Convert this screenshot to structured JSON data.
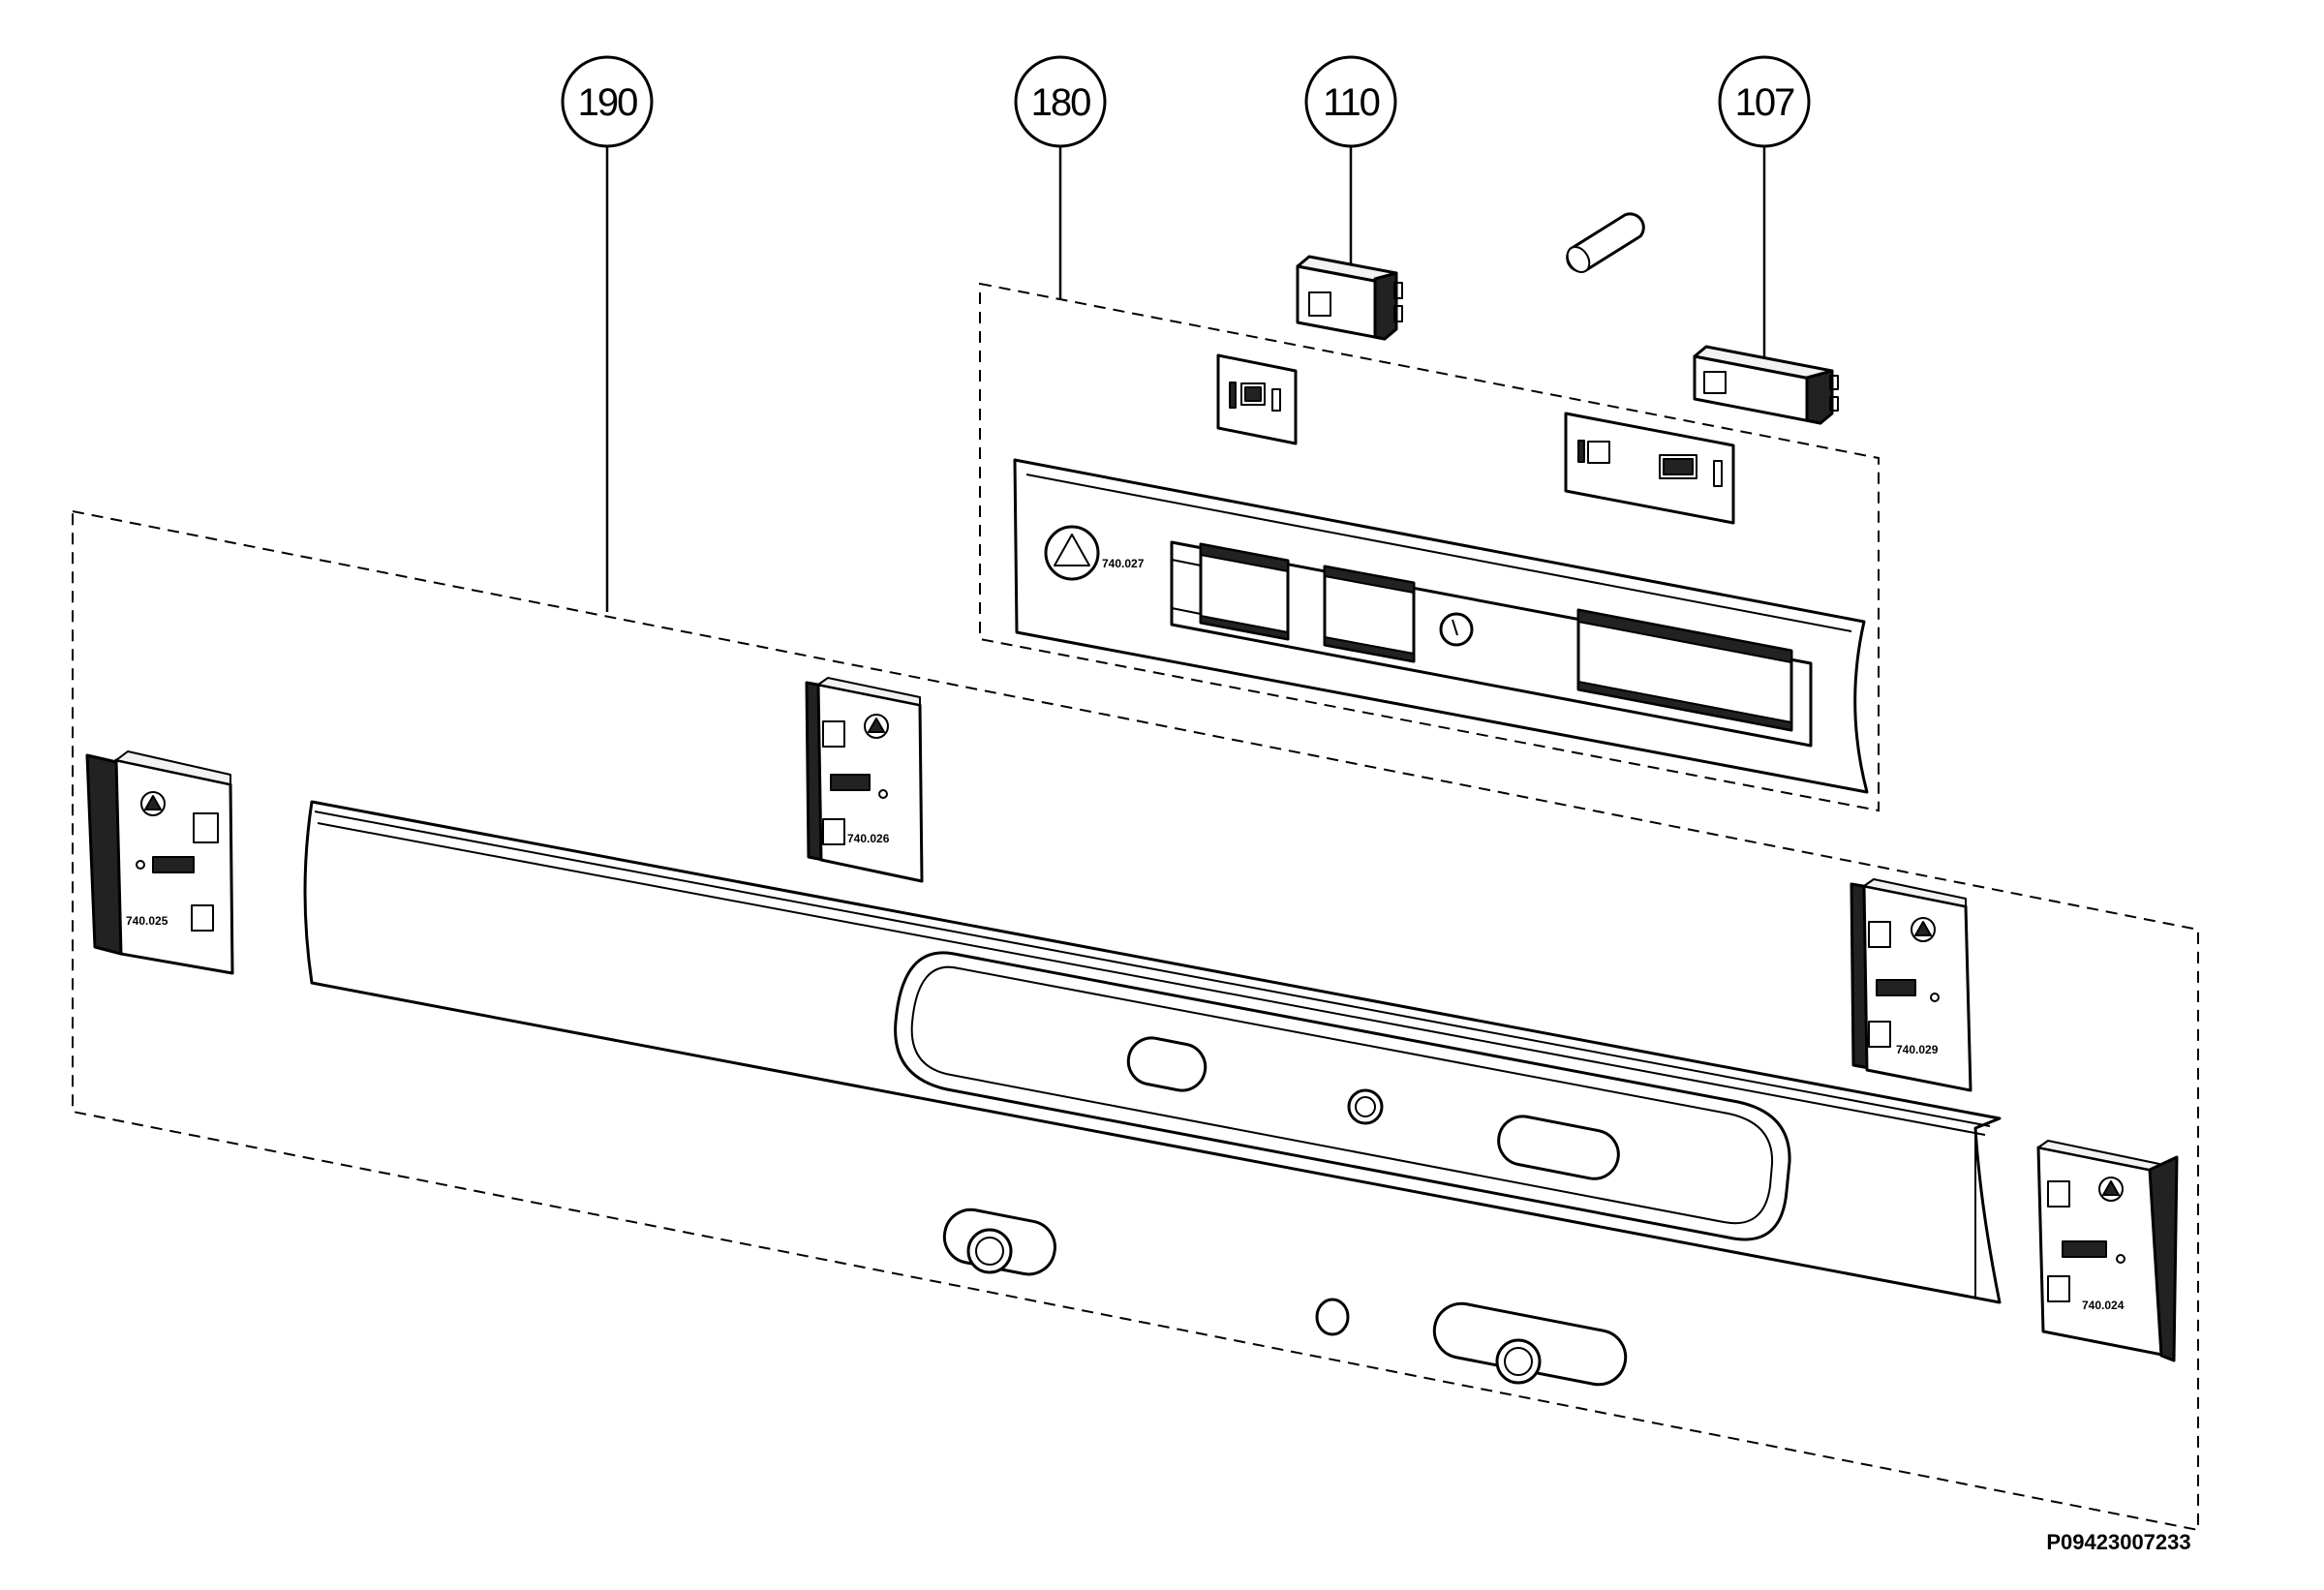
{
  "callouts": [
    {
      "id": "190",
      "label": "190"
    },
    {
      "id": "180",
      "label": "180"
    },
    {
      "id": "110",
      "label": "110"
    },
    {
      "id": "107",
      "label": "107"
    }
  ],
  "part_marks": {
    "panel": "740.027",
    "bracket_far_left": "740.025",
    "bracket_center_left": "740.026",
    "bracket_center_right": "740.029",
    "bracket_far_right": "740.024"
  },
  "drawing_code": "P09423007233"
}
